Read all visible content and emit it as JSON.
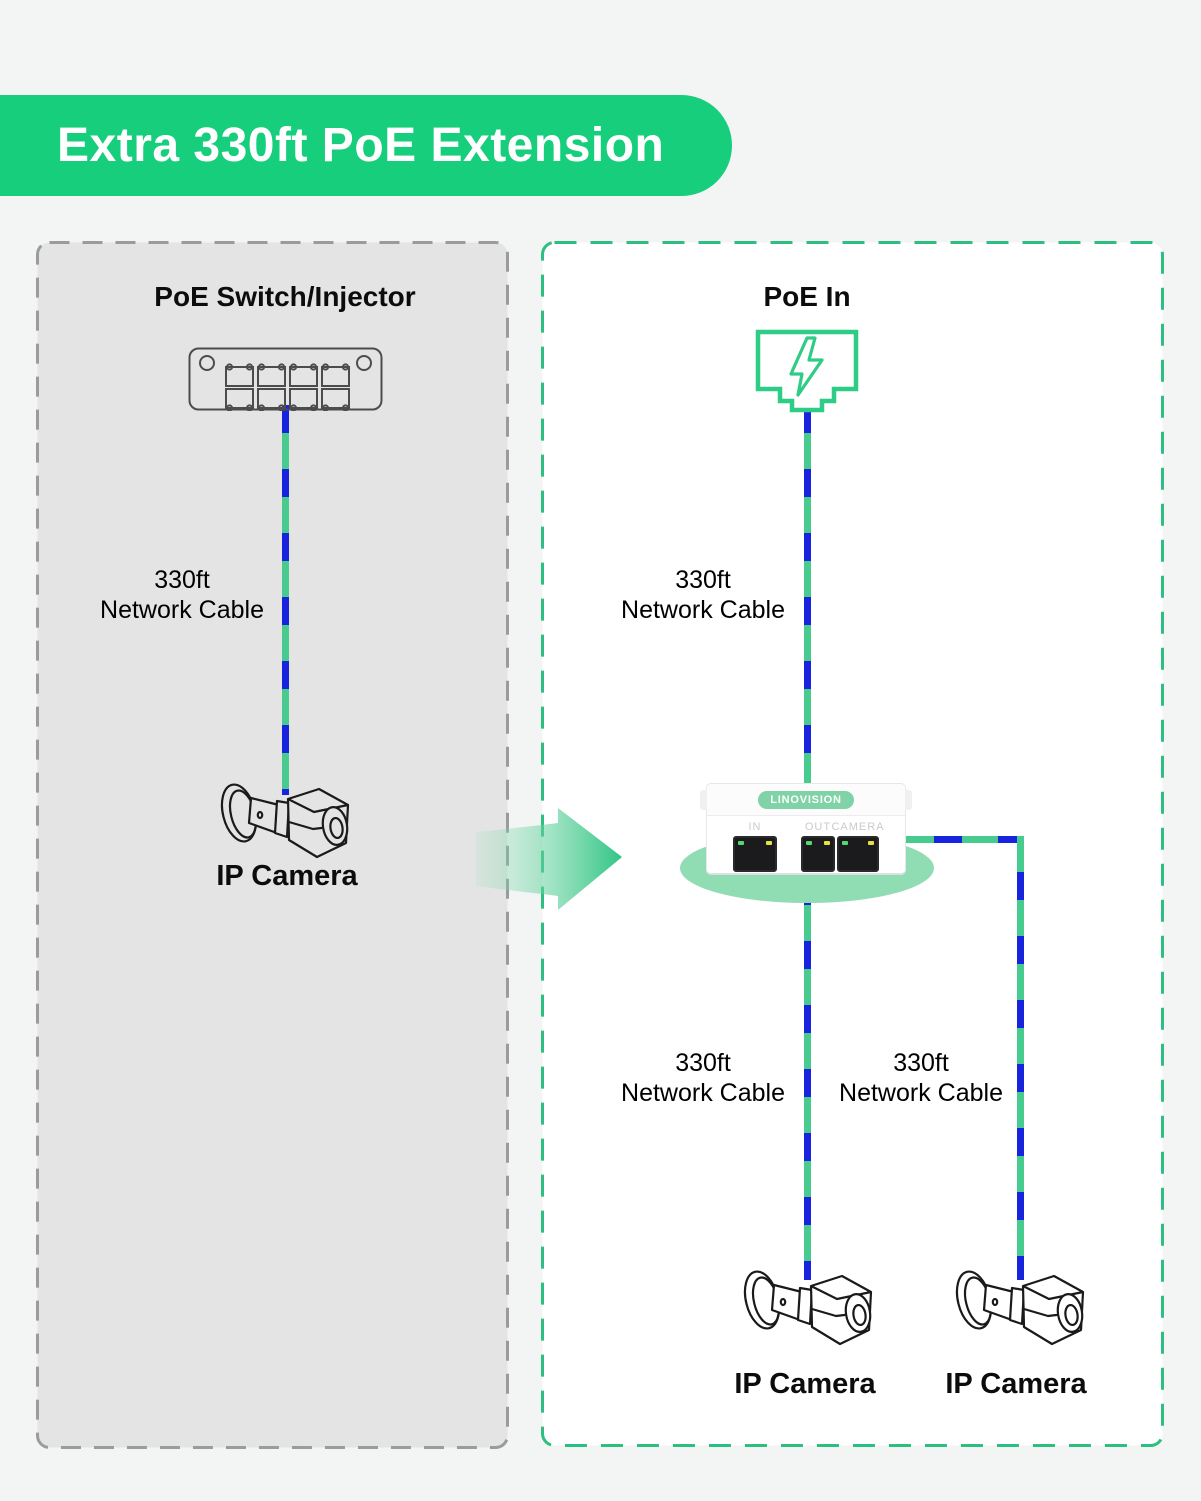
{
  "banner": {
    "title": "Extra 330ft PoE Extension"
  },
  "left_panel": {
    "title": "PoE Switch/Injector",
    "cable_label": {
      "line1": "330ft",
      "line2": "Network Cable"
    },
    "camera_label": "IP Camera"
  },
  "right_panel": {
    "title": "PoE In",
    "cable_in_label": {
      "line1": "330ft",
      "line2": "Network Cable"
    },
    "cable_out_label": {
      "line1": "330ft",
      "line2": "Network Cable"
    },
    "cable_camera_label": {
      "line1": "330ft",
      "line2": "Network Cable"
    },
    "device": {
      "brand": "LINOVISION",
      "ports": [
        "IN",
        "OUT",
        "CAMERA"
      ]
    },
    "camera1_label": "IP Camera",
    "camera2_label": "IP Camera"
  },
  "colors": {
    "page_bg": "#f3f5f4",
    "banner_green": "#17ce7c",
    "cable_blue": "#1823dd",
    "cable_green": "#48cb8e",
    "panel_left_fill": "#e4e4e5",
    "panel_left_border": "#9b9b9b",
    "panel_right_border": "#2fbe81",
    "connector_green": "#2ecc86",
    "device_shadow_green": "#90dcb3",
    "brand_pill_green": "#7fd3a6",
    "led_green": "#53d874",
    "led_yellow": "#e5e23f"
  }
}
